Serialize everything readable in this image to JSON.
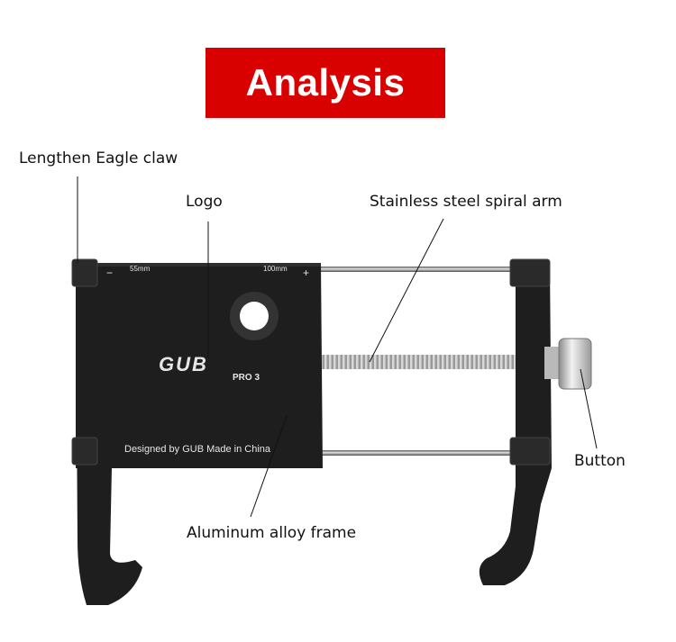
{
  "title": "Analysis",
  "colors": {
    "banner": "#d90000",
    "banner_text": "#ffffff",
    "body": "#1c1c1c"
  },
  "labels": {
    "eagle_claw": "Lengthen Eagle claw",
    "logo": "Logo",
    "spiral_arm": "Stainless steel spiral arm",
    "button": "Button",
    "frame": "Aluminum alloy frame"
  },
  "engravings": {
    "minus": "−",
    "left_measure": "55mm",
    "right_measure": "100mm",
    "plus": "+",
    "brand": "GUB",
    "model": "PRO 3",
    "made_in": "Designed by GUB Made in China"
  }
}
